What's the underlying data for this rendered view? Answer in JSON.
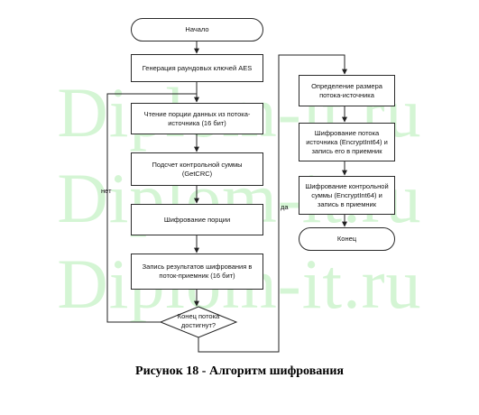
{
  "watermark": {
    "lines": [
      "Diplom-it.ru",
      "Diplom-it.ru",
      "Diplom-it.ru"
    ]
  },
  "flowchart": {
    "start": "Начало",
    "generate_keys": "Генерация раундовых ключей AES",
    "read_portion": "Чтение порции данных из потока-источника (16 бит)",
    "checksum": "Подсчет контрольной суммы (GetCRC)",
    "encrypt_portion": "Шифрование порции",
    "write_result": "Запись результатов шифрования в поток-приемник (16 бит)",
    "end_of_stream": "Конец потока достигнут?",
    "label_no": "нет",
    "label_yes": "да",
    "determine_size": "Определение размера потока-источника",
    "encrypt_source_size": "Шифрование потока источника (EncryptInt64) и запись его в приемник",
    "encrypt_checksum": "Шифрование контрольной суммы (EncryptInt64) и запись в приемник",
    "end": "Конец"
  },
  "caption": "Рисунок 18 -  Алгоритм шифрования"
}
